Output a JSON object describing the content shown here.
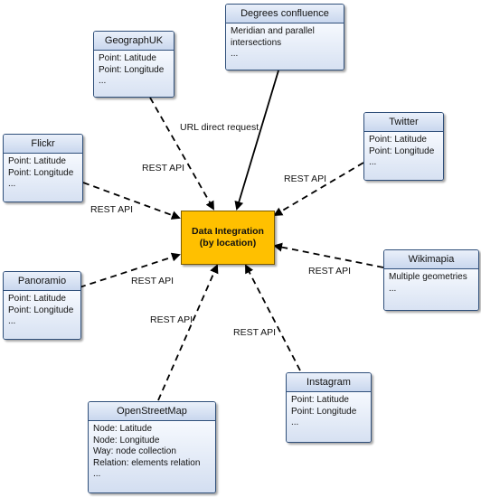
{
  "center": {
    "line1": "Data Integration",
    "line2": "(by location)"
  },
  "sources": {
    "degrees": {
      "title": "Degrees confluence",
      "lines": [
        "Meridian and parallel",
        "intersections",
        "..."
      ]
    },
    "geograph": {
      "title": "GeographUK",
      "lines": [
        "Point: Latitude",
        "Point: Longitude",
        "..."
      ]
    },
    "twitter": {
      "title": "Twitter",
      "lines": [
        "Point: Latitude",
        "Point: Longitude",
        "..."
      ]
    },
    "flickr": {
      "title": "Flickr",
      "lines": [
        "Point: Latitude",
        "Point: Longitude",
        "..."
      ]
    },
    "wikimapia": {
      "title": "Wikimapia",
      "lines": [
        "Multiple geometries",
        "..."
      ]
    },
    "panoramio": {
      "title": "Panoramio",
      "lines": [
        "Point: Latitude",
        "Point: Longitude",
        "..."
      ]
    },
    "instagram": {
      "title": "Instagram",
      "lines": [
        "Point: Latitude",
        "Point: Longitude",
        "..."
      ]
    },
    "osm": {
      "title": "OpenStreetMap",
      "lines": [
        "Node: Latitude",
        "Node: Longitude",
        "Way: node collection",
        "Relation: elements relation",
        "..."
      ]
    }
  },
  "edge_labels": {
    "geograph": "URL direct request",
    "flickr_upper": "REST API",
    "flickr_lower": "REST API",
    "twitter": "REST API",
    "wikimapia": "REST API",
    "panoramio": "REST API",
    "osm": "REST API",
    "instagram": "REST API"
  }
}
